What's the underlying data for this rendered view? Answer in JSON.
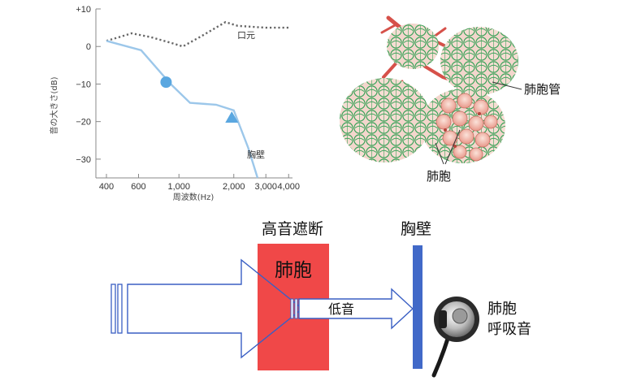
{
  "chart_data": {
    "type": "line",
    "x_scale": "log",
    "xlim": [
      350,
      4200
    ],
    "ylim": [
      -35,
      10
    ],
    "xlabel": "周波数(Hz)",
    "ylabel": "音の大きさ(dB)",
    "x_ticks": [
      {
        "value": 400,
        "label": "400"
      },
      {
        "value": 600,
        "label": "600"
      },
      {
        "value": 1000,
        "label": "1,000"
      },
      {
        "value": 2000,
        "label": "2,000"
      },
      {
        "value": 3000,
        "label": "3,000"
      },
      {
        "value": 4000,
        "label": "4,000"
      }
    ],
    "y_ticks": [
      {
        "value": 10,
        "label": "+10"
      },
      {
        "value": 0,
        "label": "0"
      },
      {
        "value": -10,
        "label": "−10"
      },
      {
        "value": -20,
        "label": "−20"
      },
      {
        "value": -30,
        "label": "−30"
      }
    ],
    "series": [
      {
        "name": "口元",
        "style": "dotted",
        "color": "#666666",
        "x": [
          400,
          470,
          550,
          700,
          900,
          1050,
          1300,
          1800,
          2100,
          3000,
          4000
        ],
        "y": [
          1.5,
          2.5,
          3.5,
          2.5,
          1.0,
          0.0,
          2.5,
          6.5,
          5.5,
          5.0,
          5.0
        ]
      },
      {
        "name": "胸壁",
        "style": "solid",
        "color": "#9cc7ea",
        "marker_color": "#5aa7e0",
        "x": [
          400,
          620,
          900,
          1150,
          1600,
          2000,
          2400,
          2700
        ],
        "y": [
          1.5,
          -1.0,
          -10.0,
          -15.0,
          -15.5,
          -17.0,
          -27.0,
          -35.0
        ],
        "markers": [
          {
            "shape": "circle",
            "x": 850,
            "y": -9.5
          },
          {
            "shape": "triangle",
            "x": 1950,
            "y": -19.0
          }
        ]
      }
    ]
  },
  "alveoli": {
    "duct_label": "肺胞管",
    "alveolus_label": "肺胞"
  },
  "diagram": {
    "filter_label": "高音遮断",
    "filter_box_label": "肺胞",
    "chest_wall_label": "胸壁",
    "low_sound_label": "低音",
    "breath_label_line1": "肺胞",
    "breath_label_line2": "呼吸音",
    "colors": {
      "filter_fill": "#f04848",
      "wall_fill": "#4169c8",
      "arrow_stroke": "#3a5fc4"
    }
  }
}
